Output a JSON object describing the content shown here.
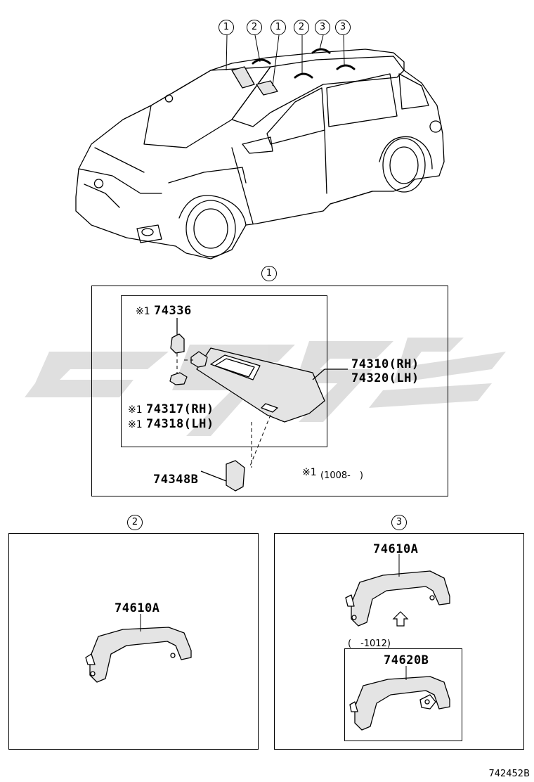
{
  "callouts": {
    "top": [
      "1",
      "2",
      "1",
      "2",
      "3",
      "3"
    ],
    "section1": "1",
    "section2": "2",
    "section3": "3"
  },
  "parts": {
    "p74336": "74336",
    "p74310": "74310(RH)",
    "p74320": "74320(LH)",
    "p74317": "74317(RH)",
    "p74318": "74318(LH)",
    "p74348B": "74348B",
    "p74610A_s2": "74610A",
    "p74610A_s3": "74610A",
    "p74620B": "74620B"
  },
  "marks": {
    "m1": "※1",
    "m2": "※1",
    "m3": "※1",
    "m4": "※1"
  },
  "notes": {
    "date_range_1": "(1008-　)",
    "date_range_2": "(　-1012)"
  },
  "figure_id": "742452B",
  "colors": {
    "line": "#000000",
    "watermark": "#d9d9d9",
    "part_fill": "#e4e4e4"
  }
}
